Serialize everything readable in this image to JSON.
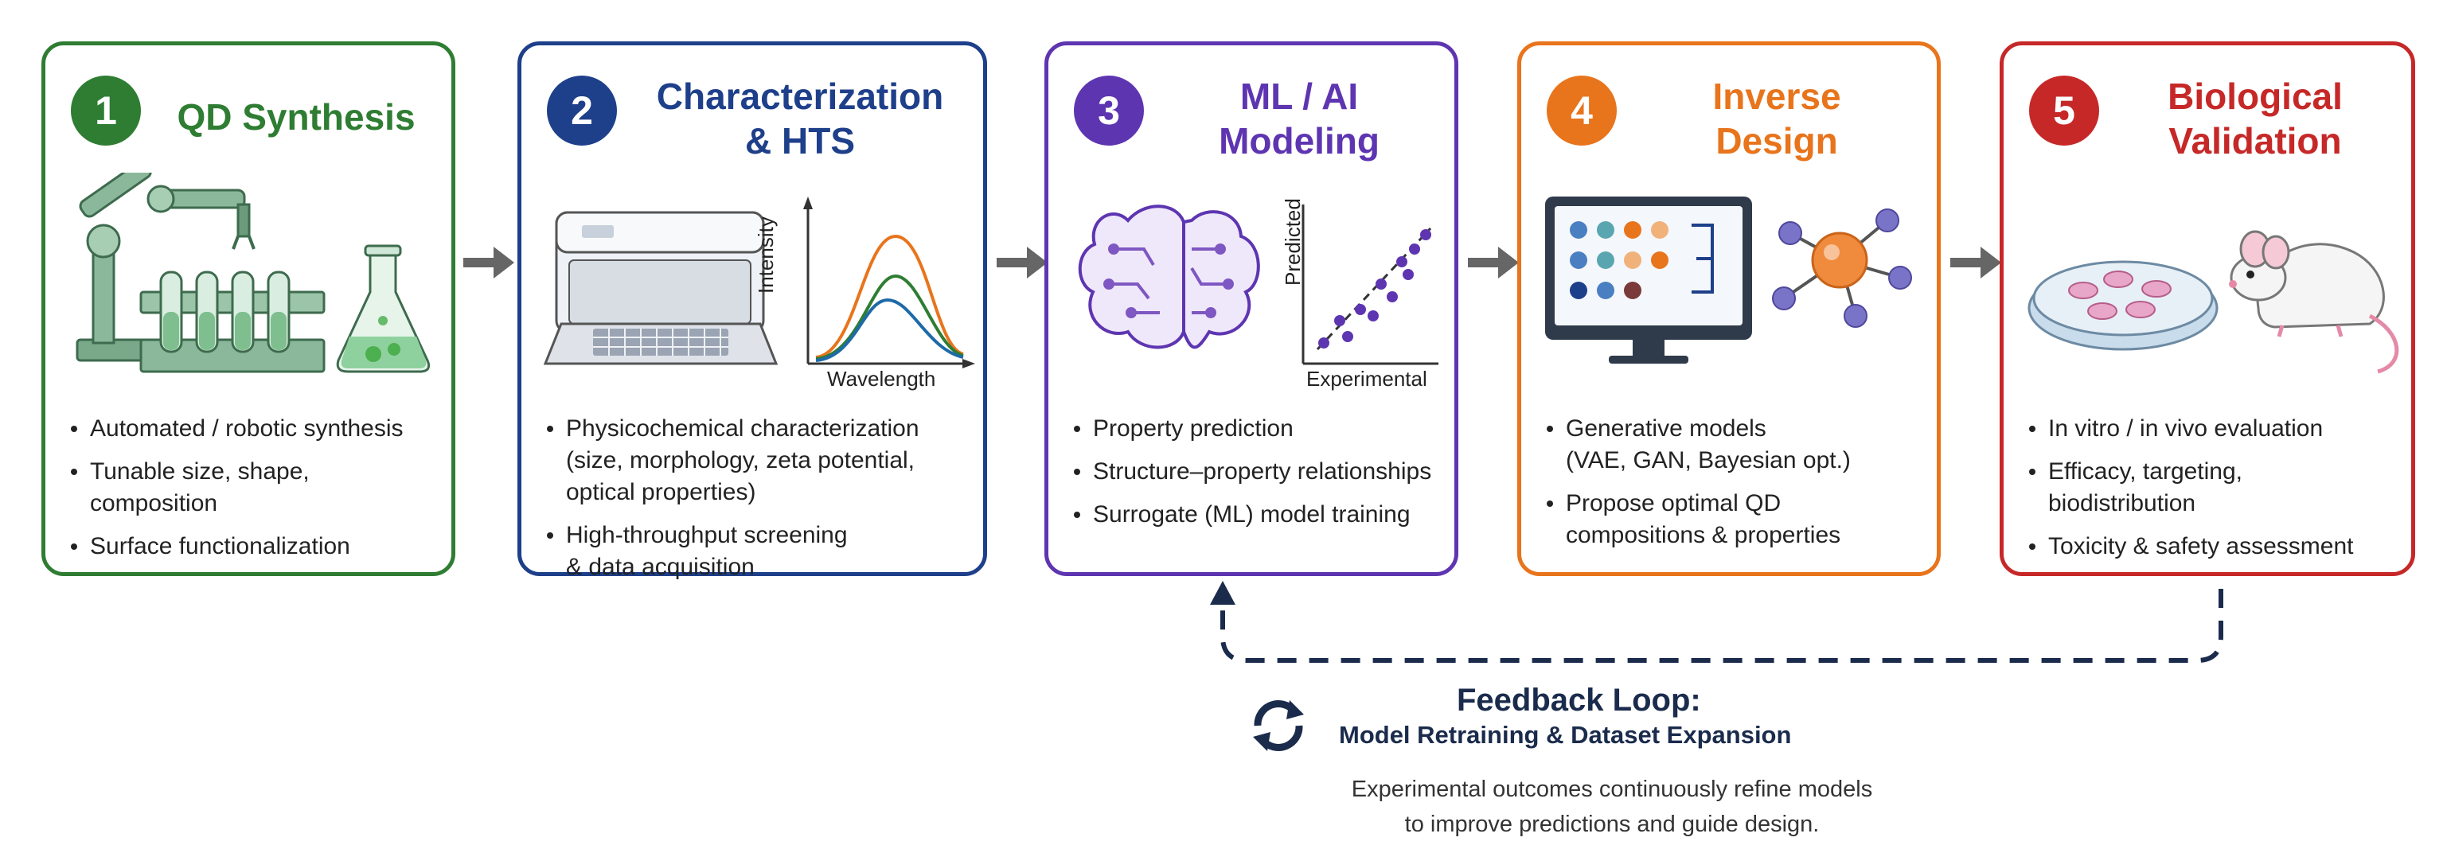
{
  "colors": {
    "step1": "#2e7d32",
    "step2": "#1e3f8a",
    "step3": "#5e35b1",
    "step4": "#e8741c",
    "step5": "#c62828",
    "feedback": "#1a2b4c",
    "arrow": "#666666"
  },
  "steps": [
    {
      "number": "1",
      "title": [
        "QD Synthesis"
      ],
      "illustration": "robotic-arm-test-tubes-flask",
      "bullets": [
        "Automated / robotic synthesis",
        "Tunable size, shape,",
        "composition",
        "Surface functionalization"
      ]
    },
    {
      "number": "2",
      "title": [
        "Characterization",
        "& HTS"
      ],
      "illustration": "plate-reader-spectrum",
      "plot_labels": {
        "y": "Intensity",
        "x": "Wavelength"
      },
      "bullets": [
        "Physicochemical characterization",
        "(size, morphology, zeta potential,",
        "optical properties)",
        "High-throughput screening",
        "& data acquisition"
      ]
    },
    {
      "number": "3",
      "title": [
        "ML / AI",
        "Modeling"
      ],
      "illustration": "brain-scatter-plot",
      "plot_labels": {
        "y": "Predicted",
        "x": "Experimental"
      },
      "bullets": [
        "Property prediction",
        "Structure–property relationships",
        "Surrogate (ML) model training"
      ]
    },
    {
      "number": "4",
      "title": [
        "Inverse",
        "Design"
      ],
      "illustration": "monitor-molecule",
      "bullets": [
        "Generative models",
        "(VAE, GAN, Bayesian opt.)",
        "Propose optimal QD",
        "compositions & properties"
      ]
    },
    {
      "number": "5",
      "title": [
        "Biological",
        "Validation"
      ],
      "illustration": "petri-dish-mouse",
      "bullets": [
        "In vitro / in vivo evaluation",
        "Efficacy, targeting,",
        "biodistribution",
        "Toxicity & safety assessment"
      ]
    }
  ],
  "feedback": {
    "title": "Feedback Loop:",
    "subtitle": "Model Retraining & Dataset Expansion",
    "description_lines": [
      "Experimental outcomes continuously refine models",
      "to improve predictions and guide design."
    ],
    "icon": "refresh-cycle-icon"
  }
}
